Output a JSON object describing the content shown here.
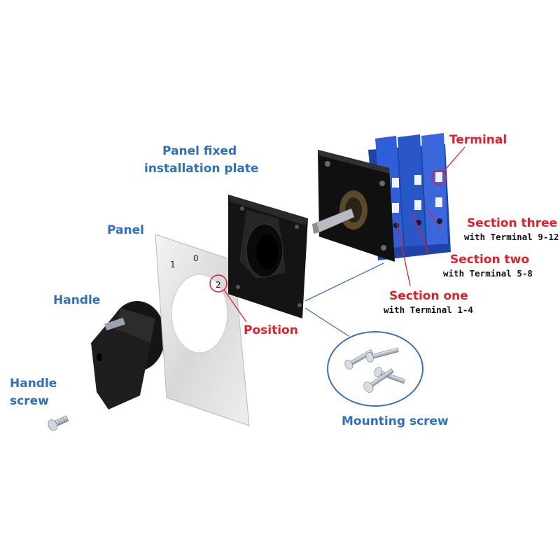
{
  "labels": {
    "panel_fixed_plate": "Panel fixed",
    "panel_fixed_plate_2": "installation plate",
    "panel": "Panel",
    "handle": "Handle",
    "handle_screw": "Handle",
    "handle_screw_2": "screw",
    "position": "Position",
    "mounting_screw": "Mounting screw",
    "terminal": "Terminal",
    "section_three": "Section three",
    "section_three_sub": "with Terminal 9-12",
    "section_two": "Section two",
    "section_two_sub": "with Terminal 5-8",
    "section_one": "Section one",
    "section_one_sub": "with Terminal 1-4"
  },
  "panel_marks": {
    "pos1": "1",
    "pos0": "0",
    "pos2": "2"
  },
  "colors": {
    "label_blue": "#2f6fc0",
    "label_red": "#e0202a",
    "terminal_blue": "#2a57c8"
  }
}
